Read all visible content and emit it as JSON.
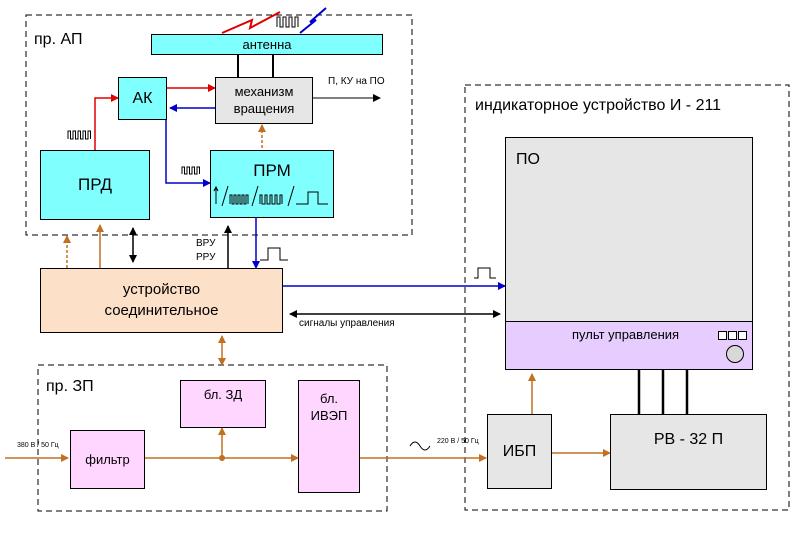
{
  "groups": {
    "ap": "пр. АП",
    "zp": "пр. ЗП",
    "indicator": "индикаторное устройство И - 211"
  },
  "blocks": {
    "antenna": "антенна",
    "ak": "АК",
    "rotation_line1": "механизм",
    "rotation_line2": "вращения",
    "prd": "ПРД",
    "prm": "ПРМ",
    "connector_line1": "устройство",
    "connector_line2": "соединительное",
    "bl_zd": "бл. ЗД",
    "bl_ivep_line1": "бл.",
    "bl_ivep_line2": "ИВЭП",
    "filter": "фильтр",
    "po": "ПО",
    "control_panel": "пульт управления",
    "ibp": "ИБП",
    "rv32p": "РВ - 32 П"
  },
  "labels": {
    "p_ku_to_po": "П, КУ на ПО",
    "vru": "ВРУ",
    "rru": "РРУ",
    "control_signals": "сигналы управления",
    "input_380": "380 В / 50 Гц",
    "input_220": "220 В / 50 Гц"
  },
  "colors": {
    "red_link": "#e00000",
    "blue_link": "#0000cc",
    "orange_link": "#c07020",
    "screen_yellow": "#ffff00"
  }
}
